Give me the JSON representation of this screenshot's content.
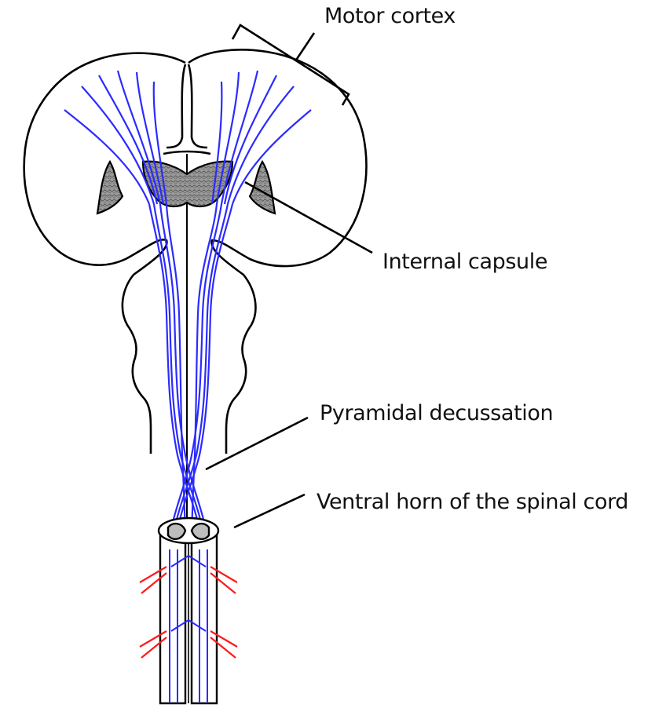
{
  "labels": {
    "motor_cortex": "Motor cortex",
    "internal_capsule": "Internal capsule",
    "pyramidal_decussation": "Pyramidal decussation",
    "ventral_horn": "Ventral horn of the spinal cord"
  },
  "colors": {
    "outline": "#000000",
    "tract": "#2b2bff",
    "nerve": "#ff1a1a",
    "gray_matter": "#8a8a8a",
    "background": "#ffffff"
  }
}
